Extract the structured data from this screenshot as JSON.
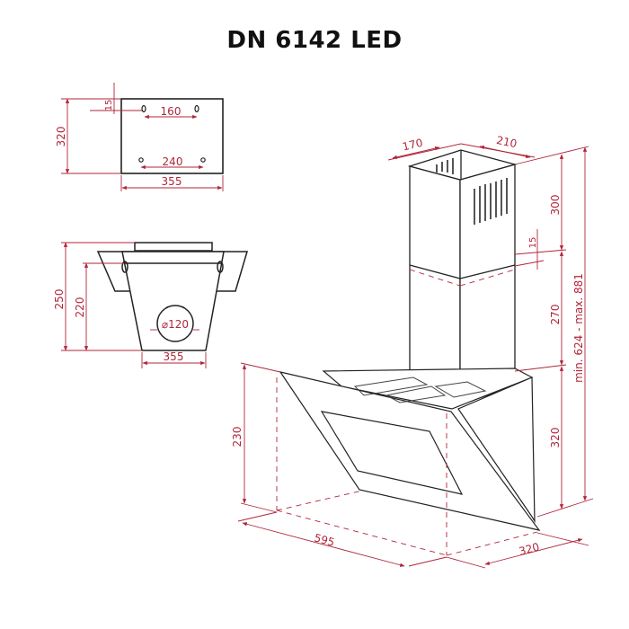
{
  "title": "DN 6142 LED",
  "colors": {
    "dimension": "#b0263a",
    "outline": "#222222",
    "background": "#ffffff"
  },
  "views": {
    "mounting_plate": {
      "height": "320",
      "top_offset": "15",
      "upper_holes_spacing": "160",
      "lower_holes_spacing": "240",
      "width": "355"
    },
    "top_view": {
      "total_depth": "250",
      "body_depth": "220",
      "duct_diameter": "⌀120",
      "width": "355"
    },
    "isometric": {
      "chimney_depth": "170",
      "chimney_width": "210",
      "upper_chimney_height": "300",
      "overlap": "15",
      "lower_chimney_height": "270",
      "total_height_range": "min. 624 - max. 881",
      "body_height_right": "320",
      "body_height_left": "230",
      "hood_width": "595",
      "hood_depth": "320"
    }
  }
}
